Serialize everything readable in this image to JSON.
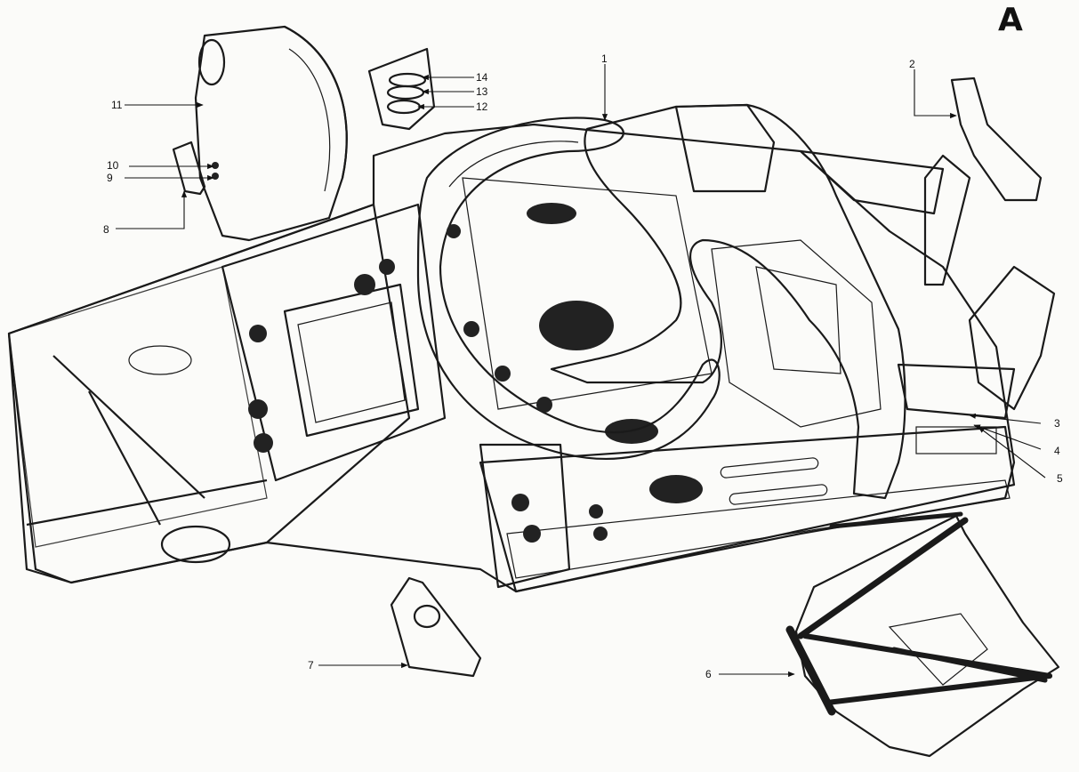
{
  "plate_letter": "A",
  "callouts": [
    "1",
    "2",
    "3",
    "4",
    "5",
    "6",
    "7",
    "8",
    "9",
    "10",
    "11",
    "12",
    "13",
    "14"
  ],
  "colors": {
    "ink": "#1a1a1a",
    "paper": "#fbfbf9"
  }
}
